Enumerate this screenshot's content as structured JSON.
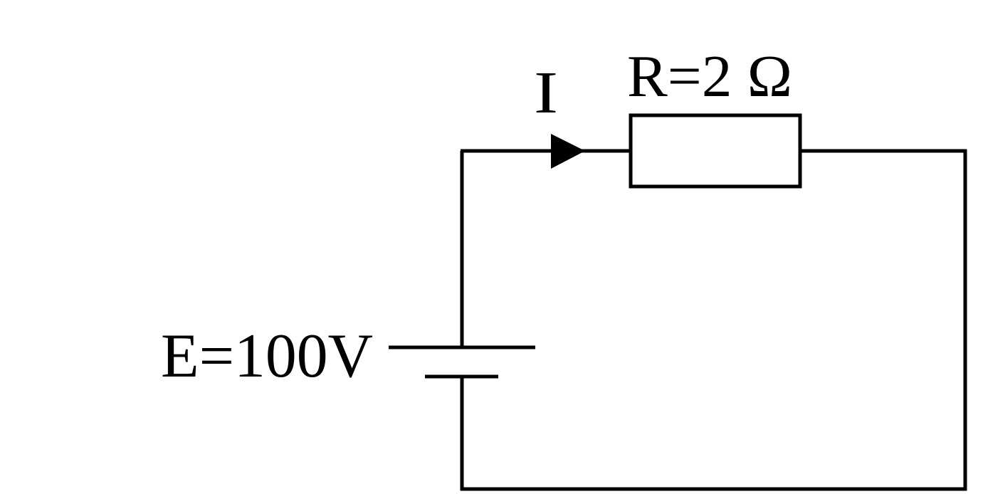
{
  "circuit": {
    "current_label": "I",
    "resistor_label": "R=2 Ω",
    "source_label": "E=100V"
  },
  "colors": {
    "line": "#000000",
    "background": "#ffffff"
  }
}
